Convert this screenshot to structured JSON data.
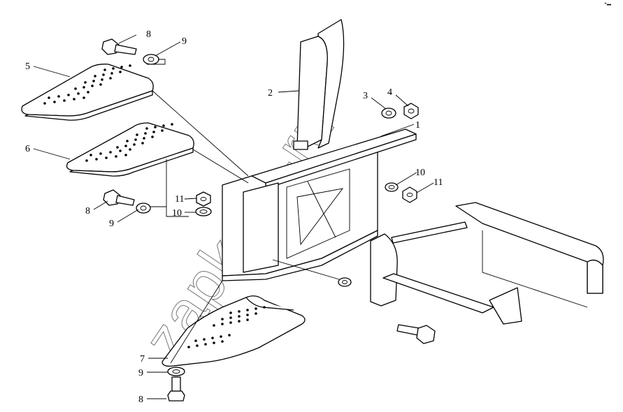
{
  "watermark": "zapkom-ru",
  "corner_mark": "ᐩ━",
  "callouts": [
    {
      "id": "c8a",
      "label": "8"
    },
    {
      "id": "c9a",
      "label": "9"
    },
    {
      "id": "c5",
      "label": "5"
    },
    {
      "id": "c2",
      "label": "2"
    },
    {
      "id": "c3",
      "label": "3"
    },
    {
      "id": "c4",
      "label": "4"
    },
    {
      "id": "c1",
      "label": "1"
    },
    {
      "id": "c6",
      "label": "6"
    },
    {
      "id": "c10a",
      "label": "10"
    },
    {
      "id": "c11a",
      "label": "11"
    },
    {
      "id": "c11b",
      "label": "11"
    },
    {
      "id": "c10b",
      "label": "10"
    },
    {
      "id": "c8b",
      "label": "8"
    },
    {
      "id": "c9b",
      "label": "9"
    },
    {
      "id": "c7",
      "label": "7"
    },
    {
      "id": "c9c",
      "label": "9"
    },
    {
      "id": "c8c",
      "label": "8"
    }
  ]
}
